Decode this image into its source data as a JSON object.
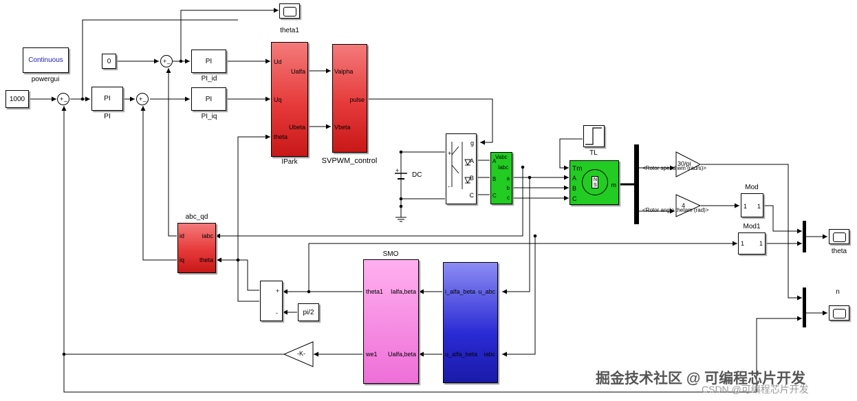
{
  "blocks": {
    "continuous": "Continuous",
    "powergui": "powergui",
    "const_0": "0",
    "const_1000": "1000",
    "pi_speed": "PI",
    "pi_speed_caption": "PI",
    "pi_id": "PI",
    "pi_id_caption": "PI_id",
    "pi_iq": "PI",
    "pi_iq_caption": "PI_iq",
    "theta1_scope_caption": "theta1",
    "ipark": {
      "caption": "IPark",
      "in_ud": "Ud",
      "in_uq": "Uq",
      "in_theta": "theta",
      "out_ualfa": "Ualfa",
      "out_ubeta": "Ubeta"
    },
    "svpwm": {
      "caption": "SVPWM_control",
      "in_valpha": "Valpha",
      "in_vbeta": "Vbeta",
      "out_pulse": "pulse"
    },
    "dc": {
      "label": "DC",
      "plus": "+",
      "minus": "-"
    },
    "inverter": {
      "g": "g",
      "a": "A",
      "b": "B",
      "c": "C",
      "plus": "+",
      "minus": "-"
    },
    "measure": {
      "vabc": "Vabc",
      "iabc": "Iabc",
      "A": "A",
      "B": "B",
      "C": "C",
      "a": "a",
      "b": "b",
      "c": "c"
    },
    "tl_caption": "TL",
    "motor": {
      "tm": "Tm",
      "a": "A",
      "b": "B",
      "c": "C",
      "m": "m",
      "n": "N",
      "s": "S"
    },
    "gain_speed": "30/pi",
    "gain_angle": "4",
    "rotor_speed_label": "<Rotor speed wm (rad/s)>",
    "rotor_angle_label": "<Rotor angle thetam (rad)>",
    "mod": {
      "caption": "Mod",
      "in": "1",
      "out": "1"
    },
    "mod1": {
      "caption": "Mod1",
      "in": "1",
      "out": "1"
    },
    "scope_theta_caption": "theta",
    "scope_n_caption": "n",
    "abc_qd": {
      "caption": "abc_qd",
      "id": "id",
      "iq": "iq",
      "iabc": "iabc",
      "theta": "theta"
    },
    "smo": {
      "caption": "SMO",
      "theta1": "theta1",
      "we1": "we1",
      "ialfa": "Ialfa,beta",
      "ualfa": "Ualfa,beta"
    },
    "clarke": {
      "i_alfa_beta": "i_alfa_beta",
      "u_alfa_beta": "u_alfa_beta",
      "u_abc": "u_abc",
      "iabc": "iabc"
    },
    "adder": {
      "plus": "+",
      "minus": "-"
    },
    "pi2": "pi/2",
    "gain_k": "-K-",
    "sum_signs": {
      "plus": "+",
      "minus": "_"
    }
  },
  "watermark": {
    "main": "掘金技术社区 @ 可编程芯片开发",
    "sub": "CSDN @可编程芯片开发"
  }
}
